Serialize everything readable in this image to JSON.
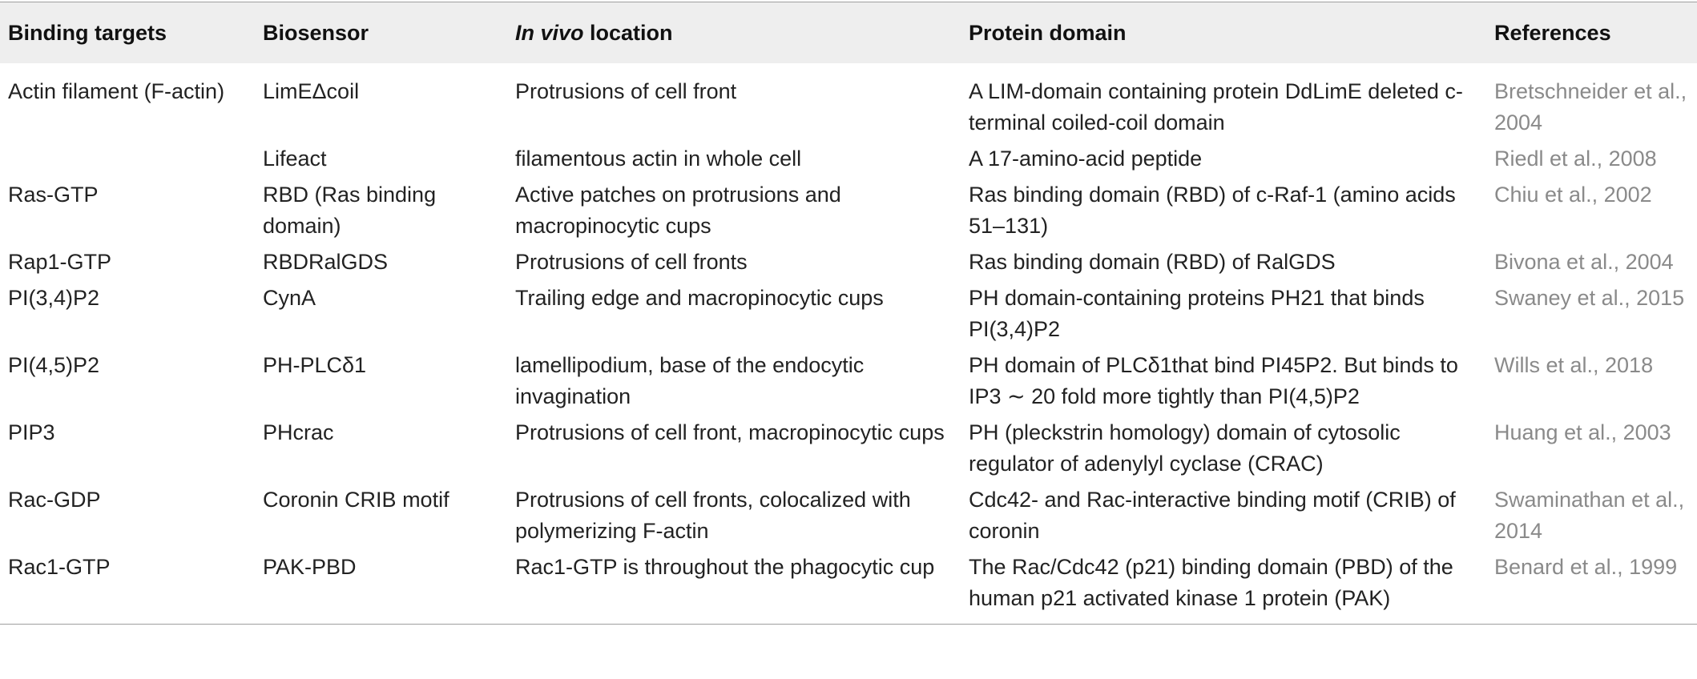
{
  "table": {
    "headers": {
      "binding_targets": "Binding targets",
      "biosensor": "Biosensor",
      "in_vivo_italic": "In vivo",
      "location": " location",
      "protein_domain": "Protein domain",
      "references": "References"
    },
    "rows": [
      {
        "target": "Actin filament (F-actin)",
        "biosensor": "LimEΔcoil",
        "location": "Protrusions of cell front",
        "domain": "A LIM-domain containing protein DdLimE deleted c-terminal coiled-coil domain",
        "reference": "Bretschneider et al., 2004"
      },
      {
        "target": "",
        "biosensor": "Lifeact",
        "location": "filamentous actin in whole cell",
        "domain": "A 17-amino-acid peptide",
        "reference": "Riedl et al., 2008"
      },
      {
        "target": "Ras-GTP",
        "biosensor": "RBD (Ras binding domain)",
        "location": "Active patches on protrusions and macropinocytic cups",
        "domain": "Ras binding domain (RBD) of c-Raf-1 (amino acids 51–131)",
        "reference": "Chiu et al., 2002"
      },
      {
        "target": "Rap1-GTP",
        "biosensor": "RBDRalGDS",
        "location": "Protrusions of cell fronts",
        "domain": "Ras binding domain (RBD) of RalGDS",
        "reference": "Bivona et al., 2004"
      },
      {
        "target": "PI(3,4)P2",
        "biosensor": "CynA",
        "location": "Trailing edge and macropinocytic cups",
        "domain": "PH domain-containing proteins PH21 that binds PI(3,4)P2",
        "reference": "Swaney et al., 2015"
      },
      {
        "target": "PI(4,5)P2",
        "biosensor": "PH-PLCδ1",
        "location": "lamellipodium, base of the endocytic invagination",
        "domain": "PH domain of PLCδ1that bind PI45P2. But binds to IP3 ∼ 20 fold more tightly than PI(4,5)P2",
        "reference": "Wills et al., 2018"
      },
      {
        "target": "PIP3",
        "biosensor": "PHcrac",
        "location": "Protrusions of cell front, macropinocytic cups",
        "domain": "PH (pleckstrin homology) domain of cytosolic regulator of adenylyl cyclase (CRAC)",
        "reference": "Huang et al., 2003"
      },
      {
        "target": "Rac-GDP",
        "biosensor": "Coronin CRIB motif",
        "location": "Protrusions of cell fronts, colocalized with polymerizing F-actin",
        "domain": "Cdc42- and Rac-interactive binding motif (CRIB) of coronin",
        "reference": "Swaminathan et al., 2014"
      },
      {
        "target": "Rac1-GTP",
        "biosensor": "PAK-PBD",
        "location": "Rac1-GTP is throughout the phagocytic cup",
        "domain": "The Rac/Cdc42 (p21) binding domain (PBD) of the human p21 activated kinase 1 protein (PAK)",
        "reference": "Benard et al., 1999"
      }
    ]
  },
  "colors": {
    "header_bg": "#eeeeee",
    "text": "#222222",
    "reference_text": "#8a8a8a",
    "rule": "#9e9e9e"
  }
}
